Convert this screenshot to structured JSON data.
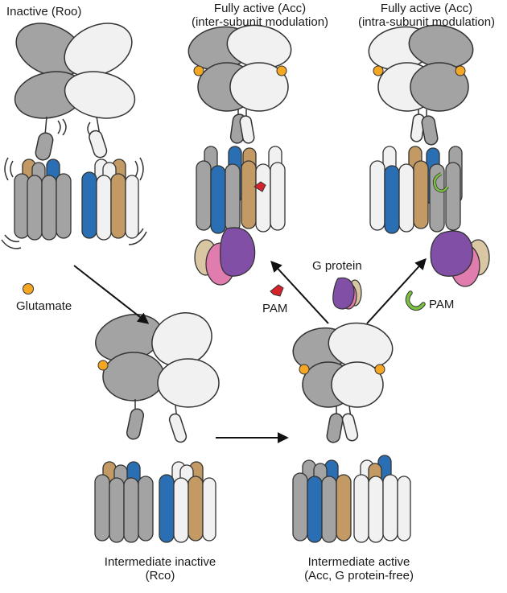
{
  "colors": {
    "gray": "#a3a3a3",
    "light": "#f1f1f1",
    "blue": "#2a6fb3",
    "tan": "#c39a63",
    "glutamate": "#f5a623",
    "pam_red": "#d6232b",
    "pam_green": "#7cc242",
    "gprotein_purple": "#8150a6",
    "gprotein_pink": "#e17cae",
    "gprotein_beige": "#d9c6a2",
    "outline": "#3a3a3a",
    "arrow": "#111111"
  },
  "states": {
    "inactive": {
      "title": "Inactive (Roo)"
    },
    "fa_inter": {
      "title_line1": "Fully active (Acc)",
      "title_line2": "(inter-subunit modulation)"
    },
    "fa_intra": {
      "title_line1": "Fully active (Acc)",
      "title_line2": "(intra-subunit modulation)"
    },
    "int_inactive": {
      "title_line1": "Intermediate inactive",
      "title_line2": "(Rco)"
    },
    "int_active": {
      "title_line1": "Intermediate active",
      "title_line2": "(Acc, G protein-free)"
    }
  },
  "legend": {
    "glutamate": "Glutamate",
    "gprotein": "G protein",
    "pam": "PAM"
  }
}
